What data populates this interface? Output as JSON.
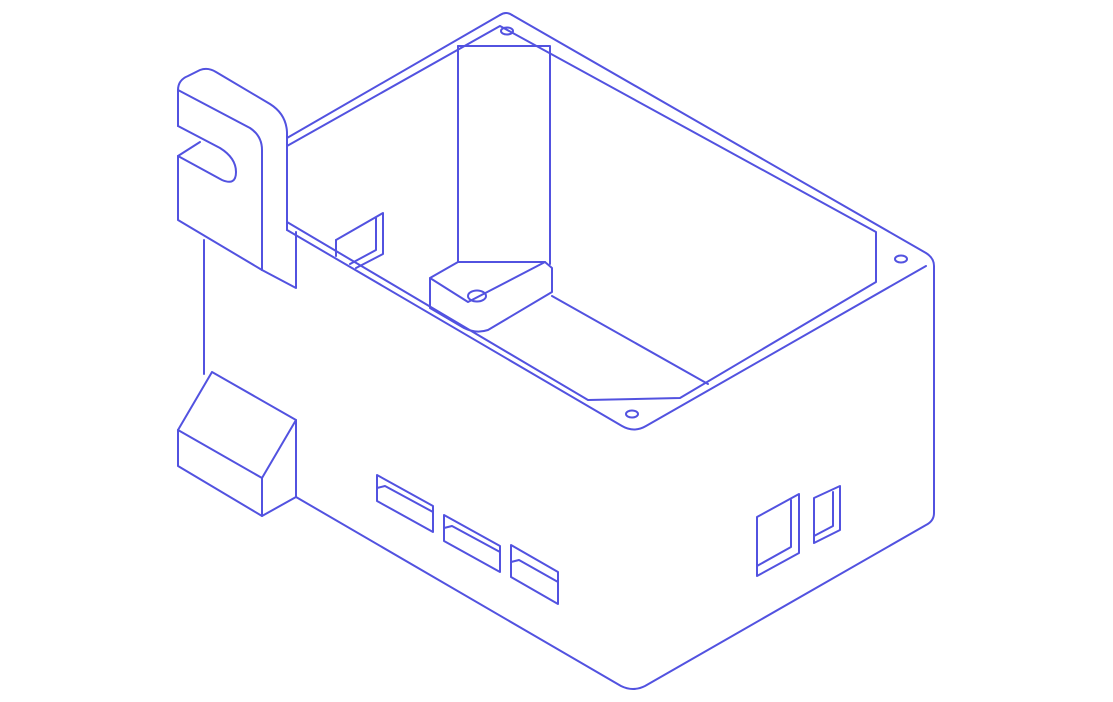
{
  "canvas": {
    "background": "#ffffff",
    "line_color": "#5252e0"
  },
  "drawing": {
    "subject": "enclosure-box-isometric",
    "parts": [
      "box-outline",
      "inner-cavity",
      "corner-post",
      "screw-holes",
      "mounting-bracket",
      "side-block",
      "front-port-cutouts",
      "side-port-cutouts",
      "inner-wall-cutout"
    ]
  }
}
